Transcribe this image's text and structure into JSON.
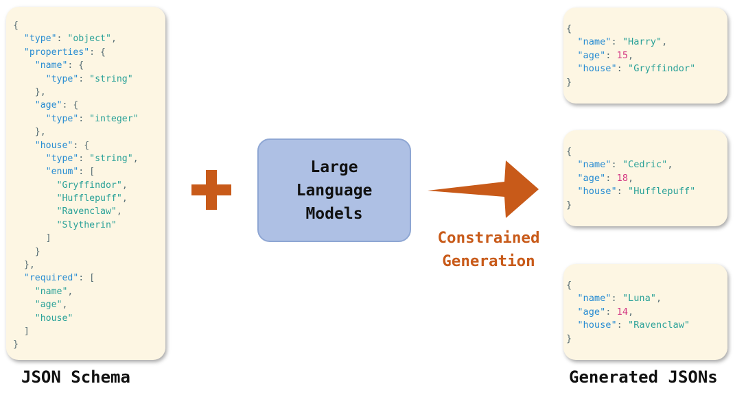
{
  "schema": {
    "lines": [
      [
        [
          "p",
          "{"
        ]
      ],
      [
        [
          "p",
          "  "
        ],
        [
          "k",
          "\"type\""
        ],
        [
          "p",
          ": "
        ],
        [
          "s",
          "\"object\""
        ],
        [
          "p",
          ","
        ]
      ],
      [
        [
          "p",
          "  "
        ],
        [
          "k",
          "\"properties\""
        ],
        [
          "p",
          ": {"
        ]
      ],
      [
        [
          "p",
          "    "
        ],
        [
          "k",
          "\"name\""
        ],
        [
          "p",
          ": {"
        ]
      ],
      [
        [
          "p",
          "      "
        ],
        [
          "k",
          "\"type\""
        ],
        [
          "p",
          ": "
        ],
        [
          "s",
          "\"string\""
        ]
      ],
      [
        [
          "p",
          "    },"
        ]
      ],
      [
        [
          "p",
          "    "
        ],
        [
          "k",
          "\"age\""
        ],
        [
          "p",
          ": {"
        ]
      ],
      [
        [
          "p",
          "      "
        ],
        [
          "k",
          "\"type\""
        ],
        [
          "p",
          ": "
        ],
        [
          "s",
          "\"integer\""
        ]
      ],
      [
        [
          "p",
          "    },"
        ]
      ],
      [
        [
          "p",
          "    "
        ],
        [
          "k",
          "\"house\""
        ],
        [
          "p",
          ": {"
        ]
      ],
      [
        [
          "p",
          "      "
        ],
        [
          "k",
          "\"type\""
        ],
        [
          "p",
          ": "
        ],
        [
          "s",
          "\"string\""
        ],
        [
          "p",
          ","
        ]
      ],
      [
        [
          "p",
          "      "
        ],
        [
          "k",
          "\"enum\""
        ],
        [
          "p",
          ": ["
        ]
      ],
      [
        [
          "p",
          "        "
        ],
        [
          "s",
          "\"Gryffindor\""
        ],
        [
          "p",
          ","
        ]
      ],
      [
        [
          "p",
          "        "
        ],
        [
          "s",
          "\"Hufflepuff\""
        ],
        [
          "p",
          ","
        ]
      ],
      [
        [
          "p",
          "        "
        ],
        [
          "s",
          "\"Ravenclaw\""
        ],
        [
          "p",
          ","
        ]
      ],
      [
        [
          "p",
          "        "
        ],
        [
          "s",
          "\"Slytherin\""
        ]
      ],
      [
        [
          "p",
          "      ]"
        ]
      ],
      [
        [
          "p",
          "    }"
        ]
      ],
      [
        [
          "p",
          "  },"
        ]
      ],
      [
        [
          "p",
          "  "
        ],
        [
          "k",
          "\"required\""
        ],
        [
          "p",
          ": ["
        ]
      ],
      [
        [
          "p",
          "    "
        ],
        [
          "s",
          "\"name\""
        ],
        [
          "p",
          ","
        ]
      ],
      [
        [
          "p",
          "    "
        ],
        [
          "s",
          "\"age\""
        ],
        [
          "p",
          ","
        ]
      ],
      [
        [
          "p",
          "    "
        ],
        [
          "s",
          "\"house\""
        ]
      ],
      [
        [
          "p",
          "  ]"
        ]
      ],
      [
        [
          "p",
          "}"
        ]
      ]
    ]
  },
  "outputs": [
    {
      "lines": [
        [
          [
            "p",
            "{"
          ]
        ],
        [
          [
            "p",
            "  "
          ],
          [
            "k",
            "\"name\""
          ],
          [
            "p",
            ": "
          ],
          [
            "s",
            "\"Harry\""
          ],
          [
            "p",
            ","
          ]
        ],
        [
          [
            "p",
            "  "
          ],
          [
            "k",
            "\"age\""
          ],
          [
            "p",
            ": "
          ],
          [
            "n",
            "15"
          ],
          [
            "p",
            ","
          ]
        ],
        [
          [
            "p",
            "  "
          ],
          [
            "k",
            "\"house\""
          ],
          [
            "p",
            ": "
          ],
          [
            "s",
            "\"Gryffindor\""
          ]
        ],
        [
          [
            "p",
            "}"
          ]
        ]
      ]
    },
    {
      "lines": [
        [
          [
            "p",
            "{"
          ]
        ],
        [
          [
            "p",
            "  "
          ],
          [
            "k",
            "\"name\""
          ],
          [
            "p",
            ": "
          ],
          [
            "s",
            "\"Cedric\""
          ],
          [
            "p",
            ","
          ]
        ],
        [
          [
            "p",
            "  "
          ],
          [
            "k",
            "\"age\""
          ],
          [
            "p",
            ": "
          ],
          [
            "n",
            "18"
          ],
          [
            "p",
            ","
          ]
        ],
        [
          [
            "p",
            "  "
          ],
          [
            "k",
            "\"house\""
          ],
          [
            "p",
            ": "
          ],
          [
            "s",
            "\"Hufflepuff\""
          ]
        ],
        [
          [
            "p",
            "}"
          ]
        ]
      ]
    },
    {
      "lines": [
        [
          [
            "p",
            "{"
          ]
        ],
        [
          [
            "p",
            "  "
          ],
          [
            "k",
            "\"name\""
          ],
          [
            "p",
            ": "
          ],
          [
            "s",
            "\"Luna\""
          ],
          [
            "p",
            ","
          ]
        ],
        [
          [
            "p",
            "  "
          ],
          [
            "k",
            "\"age\""
          ],
          [
            "p",
            ": "
          ],
          [
            "n",
            "14"
          ],
          [
            "p",
            ","
          ]
        ],
        [
          [
            "p",
            "  "
          ],
          [
            "k",
            "\"house\""
          ],
          [
            "p",
            ": "
          ],
          [
            "s",
            "\"Ravenclaw\""
          ]
        ],
        [
          [
            "p",
            "}"
          ]
        ]
      ]
    }
  ],
  "llm_label": "Large\nLanguage\nModels",
  "constraint_label": "Constrained\nGeneration",
  "schema_caption": "JSON Schema",
  "output_caption": "Generated JSONs",
  "icons": {
    "plus": "plus-icon",
    "arrow": "right-arrow-icon"
  },
  "colors": {
    "card_bg": "#fdf6e3",
    "llm_box": "#aec0e4",
    "accent_orange": "#c85a19",
    "json_key": "#268bd2",
    "json_string": "#2aa198",
    "json_number": "#d33682"
  }
}
